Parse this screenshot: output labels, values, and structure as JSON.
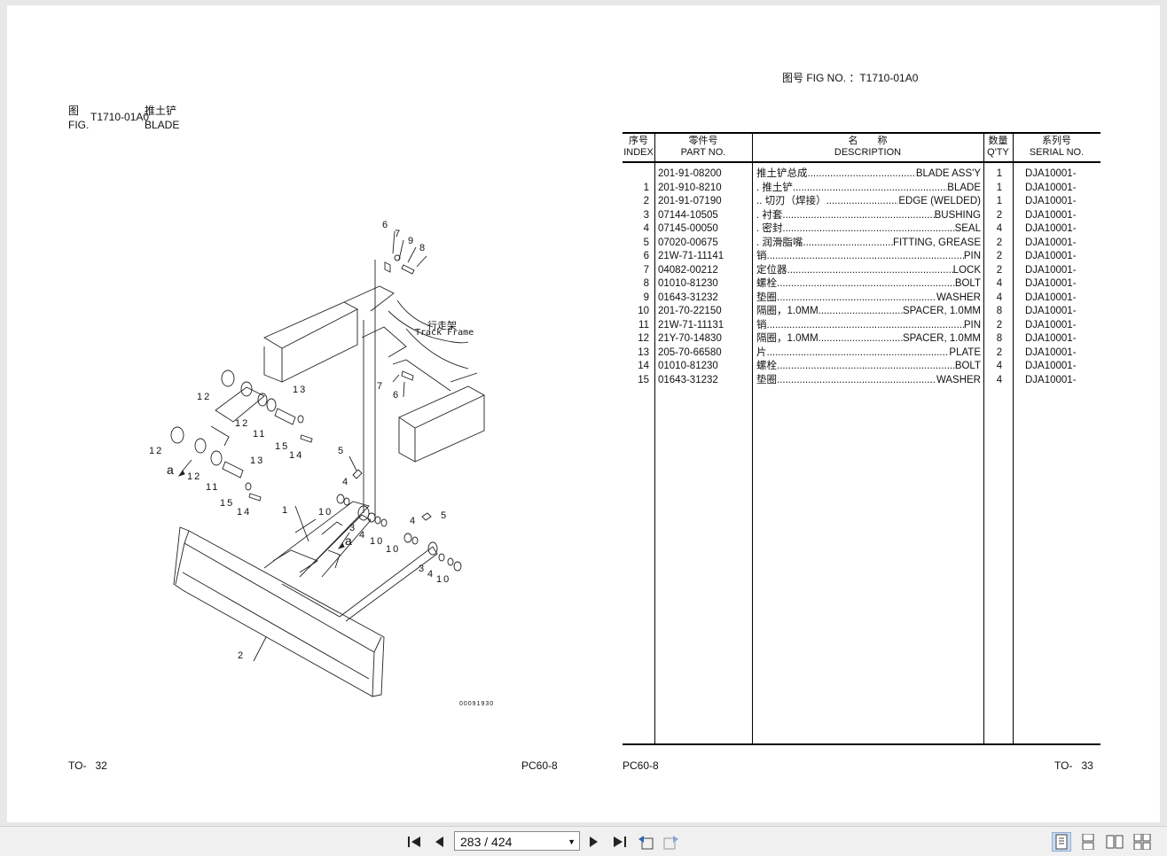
{
  "left_page": {
    "fig_cn": "图",
    "fig_en": "FIG.",
    "fig_no": "T1710-01A0",
    "title_cn": "推土铲",
    "title_en": "BLADE",
    "footer_left": "TO-   32",
    "footer_right": "PC60-8",
    "drawing_code": "00091930",
    "track_frame_cn": "行走架",
    "track_frame_en": "Track Frame"
  },
  "right_page": {
    "fig_label": "图号 FIG NO. ：T1710-01A0",
    "footer_left": "PC60-8",
    "footer_right": "TO-   33",
    "headers": {
      "index_cn": "序号",
      "index_en": "INDEX",
      "part_cn": "零件号",
      "part_en": "PART NO.",
      "desc_cn": "名　　称",
      "desc_en": "DESCRIPTION",
      "qty_cn": "数量",
      "qty_en": "Q'TY",
      "serial_cn": "系列号",
      "serial_en": "SERIAL NO."
    },
    "rows": [
      {
        "index": "",
        "part": "201-91-08200",
        "desc_cn": "推土铲总成",
        "desc_en": "BLADE ASS'Y",
        "qty": "1",
        "serial": "DJA10001-"
      },
      {
        "index": "1",
        "part": "201-910-8210",
        "desc_cn": ". 推土铲",
        "desc_en": "BLADE",
        "qty": "1",
        "serial": "DJA10001-"
      },
      {
        "index": "2",
        "part": "201-91-07190",
        "desc_cn": ".. 切刃（焊接）",
        "desc_en": "EDGE (WELDED)",
        "qty": "1",
        "serial": "DJA10001-"
      },
      {
        "index": "3",
        "part": "07144-10505",
        "desc_cn": ". 衬套",
        "desc_en": "BUSHING",
        "qty": "2",
        "serial": "DJA10001-"
      },
      {
        "index": "4",
        "part": "07145-00050",
        "desc_cn": ". 密封",
        "desc_en": "SEAL",
        "qty": "4",
        "serial": "DJA10001-"
      },
      {
        "index": "5",
        "part": "07020-00675",
        "desc_cn": ". 润滑脂嘴",
        "desc_en": "FITTING, GREASE",
        "qty": "2",
        "serial": "DJA10001-"
      },
      {
        "index": "6",
        "part": "21W-71-11141",
        "desc_cn": "销",
        "desc_en": "PIN",
        "qty": "2",
        "serial": "DJA10001-"
      },
      {
        "index": "7",
        "part": "04082-00212",
        "desc_cn": "定位器",
        "desc_en": "LOCK",
        "qty": "2",
        "serial": "DJA10001-"
      },
      {
        "index": "8",
        "part": "01010-81230",
        "desc_cn": "螺栓",
        "desc_en": "BOLT",
        "qty": "4",
        "serial": "DJA10001-"
      },
      {
        "index": "9",
        "part": "01643-31232",
        "desc_cn": "垫圈",
        "desc_en": "WASHER",
        "qty": "4",
        "serial": "DJA10001-"
      },
      {
        "index": "10",
        "part": "201-70-22150",
        "desc_cn": "隔圈，1.0MM",
        "desc_en": "SPACER, 1.0MM",
        "qty": "8",
        "serial": "DJA10001-"
      },
      {
        "index": "11",
        "part": "21W-71-11131",
        "desc_cn": "销",
        "desc_en": "PIN",
        "qty": "2",
        "serial": "DJA10001-"
      },
      {
        "index": "12",
        "part": "21Y-70-14830",
        "desc_cn": "隔圈，1.0MM",
        "desc_en": "SPACER, 1.0MM",
        "qty": "8",
        "serial": "DJA10001-"
      },
      {
        "index": "13",
        "part": "205-70-66580",
        "desc_cn": "片",
        "desc_en": "PLATE",
        "qty": "2",
        "serial": "DJA10001-"
      },
      {
        "index": "14",
        "part": "01010-81230",
        "desc_cn": "螺栓",
        "desc_en": "BOLT",
        "qty": "4",
        "serial": "DJA10001-"
      },
      {
        "index": "15",
        "part": "01643-31232",
        "desc_cn": "垫圈",
        "desc_en": "WASHER",
        "qty": "4",
        "serial": "DJA10001-"
      }
    ]
  },
  "callouts": [
    "6",
    "7",
    "9",
    "8",
    "7",
    "6",
    "12",
    "13",
    "12",
    "11",
    "15",
    "14",
    "12",
    "a",
    "12",
    "11",
    "13",
    "15",
    "14",
    "5",
    "4",
    "10",
    "1",
    "3",
    "4",
    "10",
    "a",
    "10",
    "4",
    "5",
    "3",
    "4",
    "10",
    "2"
  ],
  "toolbar": {
    "page_display": "283 / 424",
    "icons": [
      "first-page-icon",
      "prev-page-icon",
      "next-page-icon",
      "last-page-icon",
      "prev-view-icon",
      "next-view-icon",
      "single-page-icon",
      "continuous-icon",
      "facing-icon",
      "continuous-facing-icon"
    ]
  }
}
